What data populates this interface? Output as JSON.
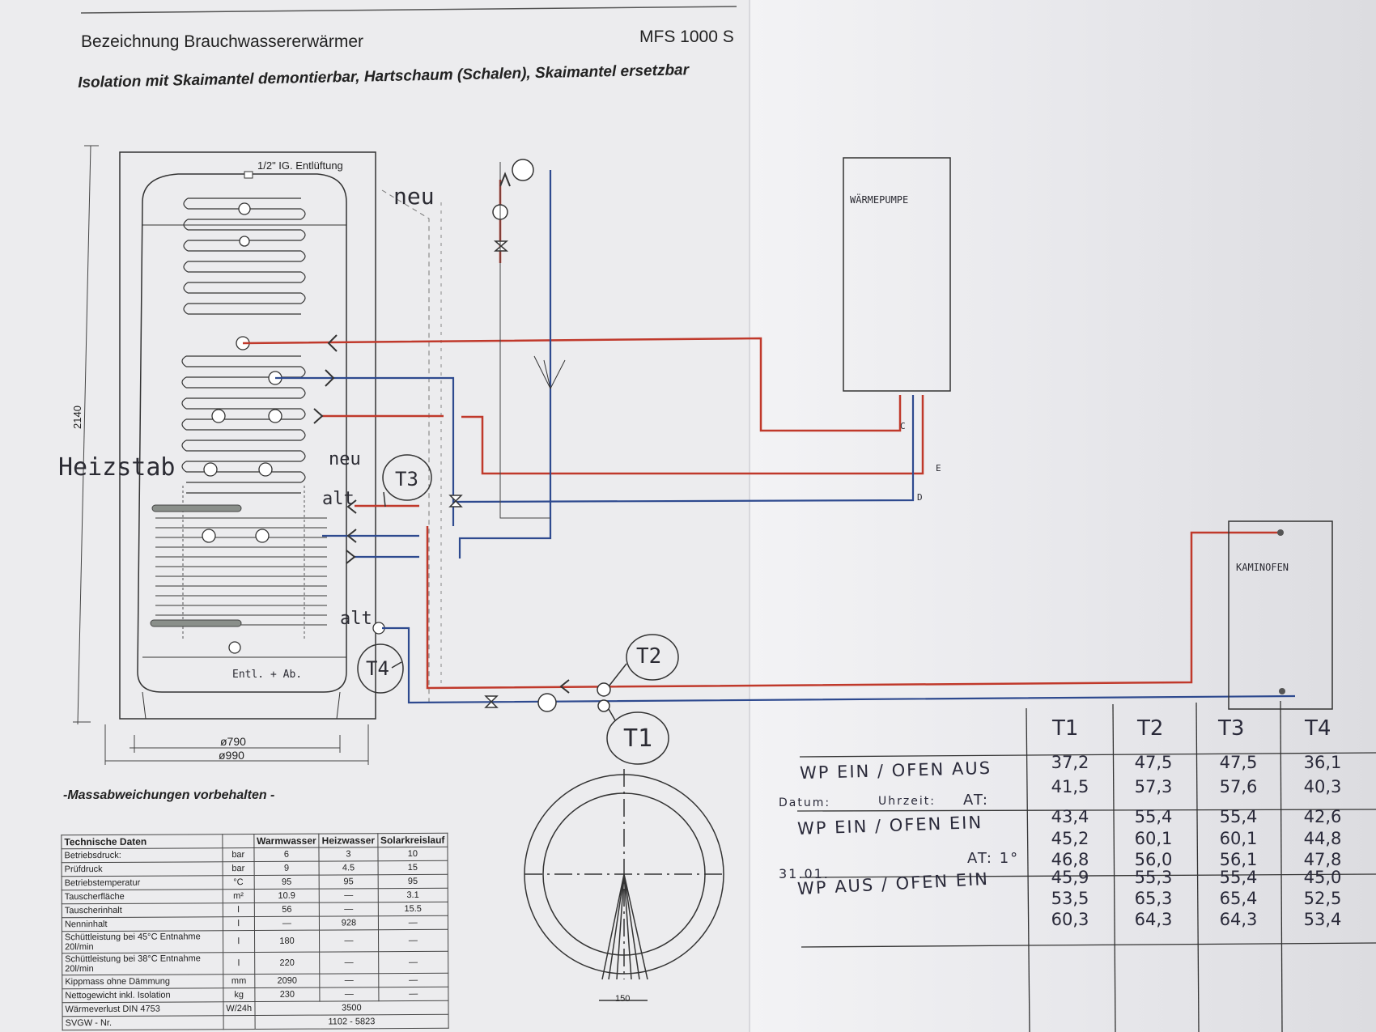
{
  "header": {
    "title": "Bezeichnung Brauchwassererwärmer",
    "model": "MFS 1000 S",
    "subtitle": "Isolation mit Skaimantel demontierbar, Hartschaum (Schalen), Skaimantel ersetzbar"
  },
  "drawing": {
    "vent_label": "1/2\" IG. Entlüftung",
    "height_dim": "2140",
    "diam_inner": "ø790",
    "diam_outer": "ø990",
    "drain_label": "Entl. + Ab.",
    "base_dim": "150",
    "notes": {
      "neu_top": "neu",
      "neu_mid": "neu",
      "alt_mid": "alt",
      "alt_low": "alt",
      "heizstab": "Heizstab",
      "waermepumpe": "WÄRMEPUMPE",
      "kaminofen": "KAMINOFEN",
      "port_c": "C",
      "port_e": "E",
      "port_d": "D",
      "sensor_t1": "T1",
      "sensor_t2": "T2",
      "sensor_t3": "T3",
      "sensor_t4": "T4"
    }
  },
  "disclaimer": "-Massabweichungen vorbehalten -",
  "tech_table": {
    "headers": [
      "Technische Daten",
      "",
      "Warmwasser",
      "Heizwasser",
      "Solarkreislauf"
    ],
    "rows": [
      [
        "Betriebsdruck:",
        "bar",
        "6",
        "3",
        "10"
      ],
      [
        "Prüfdruck",
        "bar",
        "9",
        "4.5",
        "15"
      ],
      [
        "Betriebstemperatur",
        "°C",
        "95",
        "95",
        "95"
      ],
      [
        "Tauscherfläche",
        "m²",
        "10.9",
        "—",
        "3.1"
      ],
      [
        "Tauscherinhalt",
        "l",
        "56",
        "—",
        "15.5"
      ],
      [
        "Nenninhalt",
        "l",
        "—",
        "928",
        "—"
      ],
      [
        "Schüttleistung bei 45°C Entnahme 20l/min",
        "l",
        "180",
        "—",
        "—"
      ],
      [
        "Schüttleistung bei 38°C Entnahme 20l/min",
        "l",
        "220",
        "—",
        "—"
      ],
      [
        "Kippmass ohne Dämmung",
        "mm",
        "2090",
        "—",
        "—"
      ],
      [
        "Nettogewicht inkl. Isolation",
        "kg",
        "230",
        "—",
        "—"
      ]
    ],
    "wide_rows": [
      [
        "Wärmeverlust DIN 4753",
        "W/24h",
        "3500"
      ],
      [
        "SVGW - Nr.",
        "",
        "1102 - 5823"
      ]
    ]
  },
  "measurements": {
    "columns": [
      "T1",
      "T2",
      "T3",
      "T4"
    ],
    "labels": {
      "row1": "WP EIN / OFEN AUS",
      "datum": "Datum:",
      "uhrzeit": "Uhrzeit:",
      "at1": "AT:",
      "row2": "WP EIN / OFEN EIN",
      "date": "31.01.",
      "at2": "AT: 1°",
      "row3": "WP AUS / OFEN EIN"
    },
    "rows": [
      [
        "37,2",
        "47,5",
        "47,5",
        "36,1"
      ],
      [
        "41,5",
        "57,3",
        "57,6",
        "40,3"
      ],
      [
        "43,4",
        "55,4",
        "55,4",
        "42,6"
      ],
      [
        "45,2",
        "60,1",
        "60,1",
        "44,8"
      ],
      [
        "46,8",
        "56,0",
        "56,1",
        "47,8"
      ],
      [
        "45,9",
        "55,3",
        "55,4",
        "45,0"
      ],
      [
        "53,5",
        "65,3",
        "65,4",
        "52,5"
      ],
      [
        "60,3",
        "64,3",
        "64,3",
        "53,4"
      ]
    ]
  }
}
